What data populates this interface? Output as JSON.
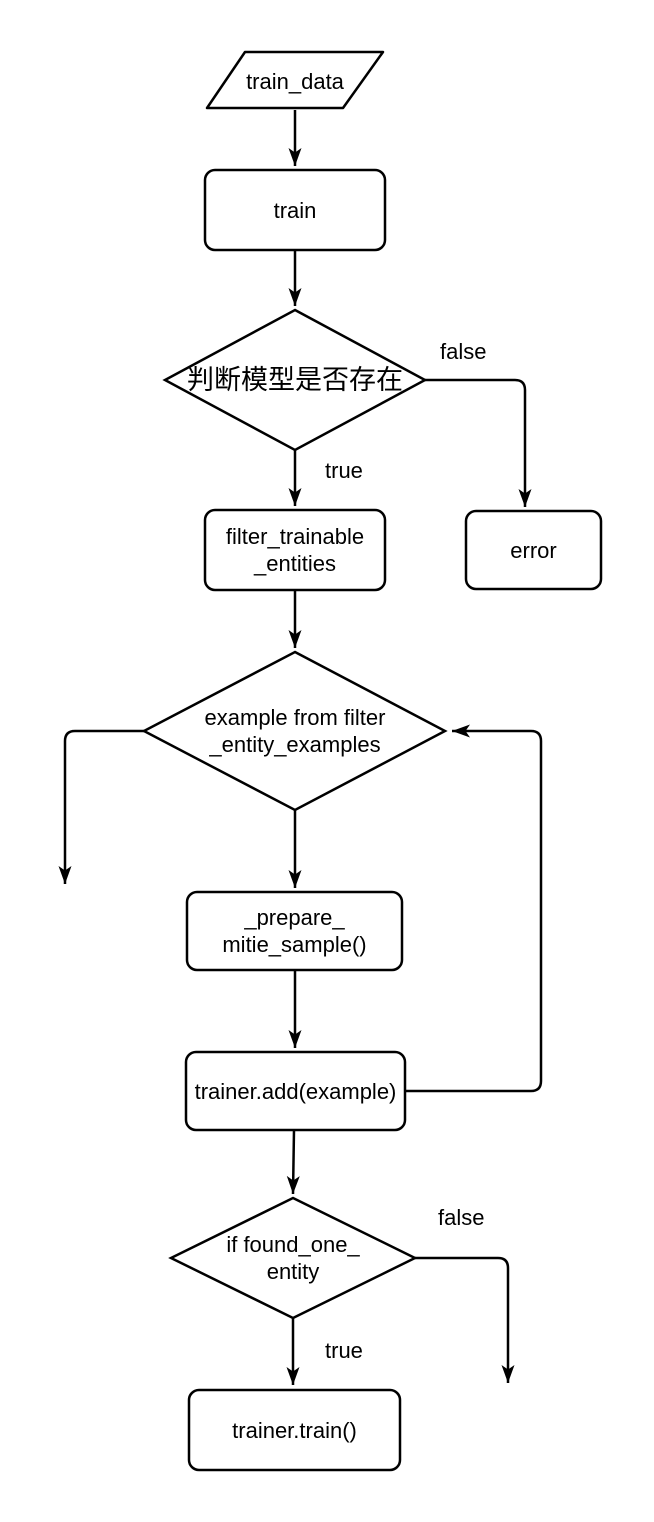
{
  "diagram": {
    "type": "flowchart",
    "colors": {
      "background": "#ffffff",
      "stroke": "#000000",
      "text": "#000000"
    },
    "nodes": {
      "train_data": {
        "shape": "parallelogram",
        "label": "train_data"
      },
      "train": {
        "shape": "process",
        "label": "train"
      },
      "model_exists": {
        "shape": "decision",
        "label": "判断模型是否存在"
      },
      "filter_trainable": {
        "shape": "process",
        "label": "filter_trainable\n_entities"
      },
      "error": {
        "shape": "process",
        "label": "error"
      },
      "example_loop": {
        "shape": "decision",
        "label": "example from filter\n_entity_examples"
      },
      "prepare_sample": {
        "shape": "process",
        "label": "_prepare_\nmitie_sample()"
      },
      "trainer_add": {
        "shape": "process",
        "label": "trainer.add(example)"
      },
      "found_one": {
        "shape": "decision",
        "label": "if found_one_\nentity"
      },
      "trainer_train": {
        "shape": "process",
        "label": "trainer.train()"
      }
    },
    "edge_labels": {
      "model_exists_false": "false",
      "model_exists_true": "true",
      "found_one_false": "false",
      "found_one_true": "true"
    }
  }
}
